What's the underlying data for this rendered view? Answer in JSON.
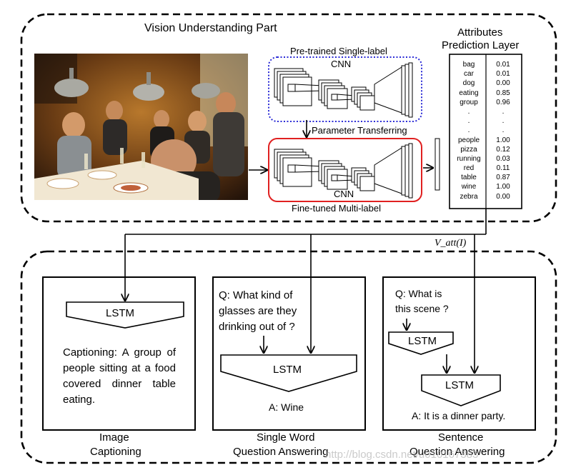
{
  "vision_section": {
    "title": "Vision Understanding Part"
  },
  "attributes_layer": {
    "title_line1": "Attributes",
    "title_line2": "Prediction Layer",
    "rows": [
      {
        "label": "bag",
        "value": "0.01"
      },
      {
        "label": "car",
        "value": "0.01"
      },
      {
        "label": "dog",
        "value": "0.00"
      },
      {
        "label": "eating",
        "value": "0.85"
      },
      {
        "label": "group",
        "value": "0.96"
      },
      {
        "label": ".",
        "value": "."
      },
      {
        "label": ".",
        "value": "."
      },
      {
        "label": ".",
        "value": "."
      },
      {
        "label": "people",
        "value": "1.00"
      },
      {
        "label": "pizza",
        "value": "0.12"
      },
      {
        "label": "running",
        "value": "0.03"
      },
      {
        "label": "red",
        "value": "0.11"
      },
      {
        "label": "table",
        "value": "0.87"
      },
      {
        "label": "wine",
        "value": "1.00"
      },
      {
        "label": "zebra",
        "value": "0.00"
      }
    ]
  },
  "pretrained": {
    "label": "Pre-trained Single-label",
    "cnn": "CNN",
    "border_color": "#2b2bd6"
  },
  "transfer": {
    "label": "Parameter Transferring"
  },
  "finetuned": {
    "label": "Fine-tuned  Multi-label",
    "cnn": "CNN",
    "border_color": "#e02020"
  },
  "vatt_label": "V_att(I)",
  "tasks": {
    "captioning": {
      "lstm": "LSTM",
      "text": "Captioning:  A  group of people sitting at a food covered dinner table eating.",
      "caption_line1": "Image",
      "caption_line2": "Captioning"
    },
    "single_word": {
      "question": "Q: What kind of glasses are they drinking out of ?",
      "lstm": "LSTM",
      "answer": "A: Wine",
      "caption_line1": "Single Word",
      "caption_line2": "Question Answering"
    },
    "sentence": {
      "question": "Q:  What  is this scene ?",
      "lstm1": "LSTM",
      "lstm2": "LSTM",
      "answer": "A: It is a dinner party.",
      "caption_line1": "Sentence",
      "caption_line2": "Question Answering"
    }
  },
  "watermark": "http://blog.csdn.net/u010167383"
}
